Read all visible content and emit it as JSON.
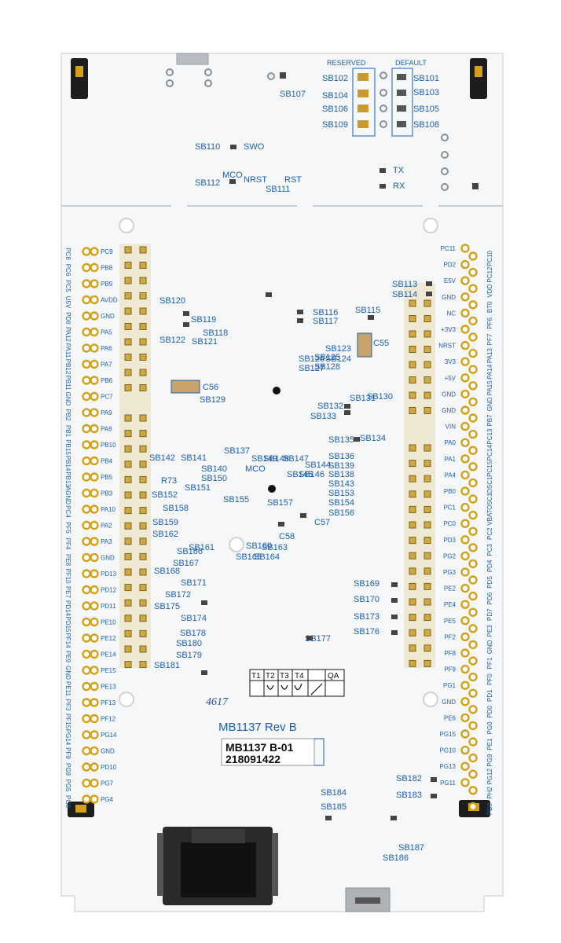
{
  "board": {
    "model_rev": "MB1137 Rev B",
    "sticker_line1": "MB1137 B-01",
    "sticker_line2": "218091422",
    "handwritten": "4617",
    "qa_table": {
      "headers": [
        "T1",
        "T2",
        "T3",
        "T4",
        "QA"
      ]
    }
  },
  "top_section": {
    "reserved_label": "RESERVED",
    "default_label": "DEFAULT",
    "reserved_bridges": [
      "SB102",
      "SB104",
      "SB106",
      "SB109"
    ],
    "default_bridges": [
      "SB101",
      "SB103",
      "SB105",
      "SB108"
    ],
    "sb107": "SB107",
    "sb110": "SB110",
    "swo": "SWO",
    "mco": "MCO",
    "sb112": "SB112",
    "nrst": "NRST",
    "rst": "RST",
    "sb111": "SB111",
    "tx": "TX",
    "rx": "RX"
  },
  "left_pins_outer": [
    "PC8",
    "PC6",
    "PC5",
    "U5V",
    "PD8",
    "PA12",
    "PA11",
    "PB12",
    "PB11",
    "GND",
    "PB2",
    "PB1",
    "PB15",
    "PB14",
    "PB13",
    "AGND",
    "PC4",
    "PF5",
    "PF4",
    "PE8",
    "PF10",
    "PE7",
    "PD14",
    "PD15",
    "PF14",
    "PE9",
    "GND",
    "PE11",
    "PF3",
    "PF15",
    "PG14",
    "PF9",
    "PG9",
    "PG5",
    "PG8"
  ],
  "left_pins_inner": [
    "PC9",
    "PB8",
    "PB9",
    "AVDD",
    "GND",
    "PA5",
    "PA6",
    "PA7",
    "PB6",
    "PC7",
    "PA9",
    "PA8",
    "PB10",
    "PB4",
    "PB5",
    "PB3",
    "PA10",
    "PA2",
    "PA3",
    "GND",
    "PD13",
    "PD12",
    "PD11",
    "PE10",
    "PE12",
    "PE14",
    "PE15",
    "PE13",
    "PF13",
    "PF12",
    "PG14",
    "GND",
    "PD10",
    "PG7",
    "PG4"
  ],
  "right_pins_inner": [
    "PC11",
    "PD2",
    "E5V",
    "GND",
    "NC",
    "+3V3",
    "NRST",
    "3V3",
    "+5V",
    "GND",
    "GND",
    "VIN",
    "PA0",
    "PA1",
    "PA4",
    "PB0",
    "PC1",
    "PC0",
    "PD3",
    "PG2",
    "PG3",
    "PE2",
    "PE4",
    "PE5",
    "PF2",
    "PF8",
    "PF9",
    "PG1",
    "GND",
    "PE6",
    "PG15",
    "PG10",
    "PG13",
    "PG11"
  ],
  "right_pins_outer": [
    "PC10",
    "PC12",
    "VDD",
    "BT0",
    "PF6",
    "PF7",
    "PA13",
    "PA14",
    "PA15",
    "GND",
    "PB7",
    "PC13",
    "PC14",
    "PC15",
    "OSC1",
    "OSC1",
    "VBAT",
    "PC2",
    "PC3",
    "PD4",
    "PD5",
    "PD6",
    "PD7",
    "PE3",
    "GND",
    "PF1",
    "PF0",
    "PD1",
    "PD0",
    "PG0",
    "PE1",
    "PG9",
    "PG12",
    "PH2",
    "PD9"
  ],
  "components": [
    "SB113",
    "SB114",
    "SB115",
    "C55",
    "SB116",
    "SB117",
    "SB118",
    "SB119",
    "SB120",
    "SB121",
    "SB122",
    "SB123",
    "SB124",
    "SB125",
    "SB126",
    "SB127",
    "SB128",
    "SB129",
    "C56",
    "SB130",
    "SB131",
    "SB132",
    "SB133",
    "SB134",
    "SB135",
    "SB136",
    "SB137",
    "SB138",
    "SB139",
    "SB140",
    "SB141",
    "SB142",
    "SB143",
    "SB144",
    "SB145",
    "SB146",
    "SB147",
    "SB148",
    "SB149",
    "SB150",
    "SB151",
    "SB152",
    "SB153",
    "SB154",
    "SB155",
    "SB156",
    "SB157",
    "C57",
    "C58",
    "R73",
    "SB158",
    "SB159",
    "SB160",
    "SB161",
    "SB162",
    "SB163",
    "SB164",
    "SB165",
    "SB166",
    "SB167",
    "SB168",
    "SB169",
    "SB170",
    "SB171",
    "SB172",
    "SB173",
    "SB174",
    "SB175",
    "SB176",
    "SB177",
    "SB178",
    "SB179",
    "SB180",
    "SB181",
    "SB182",
    "SB183",
    "SB184",
    "SB185",
    "SB186",
    "SB187",
    "MCO"
  ]
}
